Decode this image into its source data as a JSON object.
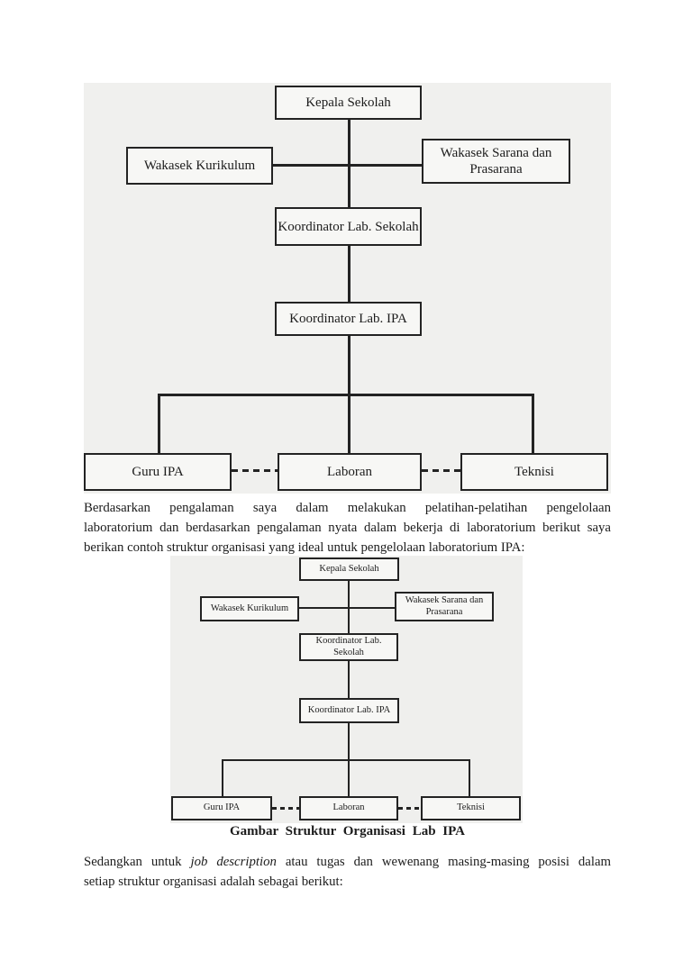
{
  "page": {
    "background": "#ffffff",
    "text_color": "#1c1c1c",
    "diagram_bg": "#f0f0ee",
    "line_color": "#232323"
  },
  "org_chart": {
    "boxes": {
      "kepala_sekolah": "Kepala Sekolah",
      "wakasek_kurikulum": "Wakasek Kurikulum",
      "wakasek_sarana": "Wakasek Sarana dan Prasarana",
      "koordinator_lab_sekolah": "Koordinator Lab. Sekolah",
      "koordinator_lab_ipa": "Koordinator Lab. IPA",
      "guru_ipa": "Guru IPA",
      "laboran": "Laboran",
      "teknisi": "Teknisi"
    }
  },
  "paragraph_1": {
    "line1": "Berdasarkan pengalaman saya dalam melakukan pelatihan-pelatihan pengelolaan",
    "line2": "laboratorium dan berdasarkan pengalaman nyata dalam bekerja di laboratorium berikut saya",
    "line3": "berikan contoh struktur organisasi yang ideal untuk pengelolaan laboratorium IPA:"
  },
  "figure_caption": "Gambar Struktur Organisasi Lab IPA",
  "paragraph_2": {
    "line1_pre": "Sedangkan untuk",
    "line1_italic": "job description",
    "line1_post": "atau tugas dan wewenang masing-masing posisi dalam",
    "line2": "setiap struktur organisasi adalah sebagai berikut:"
  }
}
